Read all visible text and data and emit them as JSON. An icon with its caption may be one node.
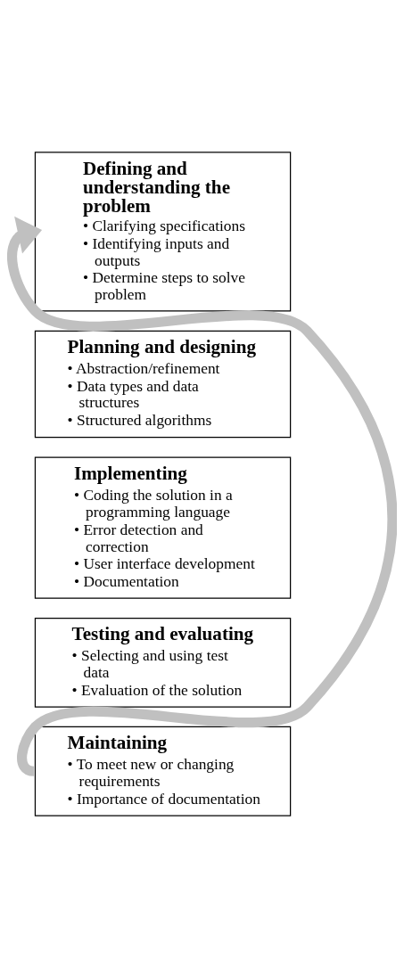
{
  "diagram": {
    "nodes": [
      {
        "text": [
          "Defining and understanding the problem",
          "• Clarifying specifications",
          "• Identifying inputs and outputs",
          "• Determine steps to solve problem"
        ]
      },
      {
        "text": [
          "Planning and designing",
          "• Abstraction/refinement",
          "• Data types and data structures",
          "• Structured algorithms"
        ]
      },
      {
        "text": [
          "Implementing",
          "• Coding the solution in a programming language",
          "• Error detection and correction",
          "• User interface development",
          "• Documentation"
        ]
      },
      {
        "text": [
          "Testing and evaluating",
          "• Selecting and using test data",
          "• Evaluation of the solution"
        ]
      },
      {
        "text": [
          "Maintaining",
          "• To meet new or changing requirements",
          "• Importance of documentation"
        ]
      }
    ],
    "edges": [
      {
        "from": 4,
        "to": 0,
        "arrow": "to"
      }
    ]
  }
}
